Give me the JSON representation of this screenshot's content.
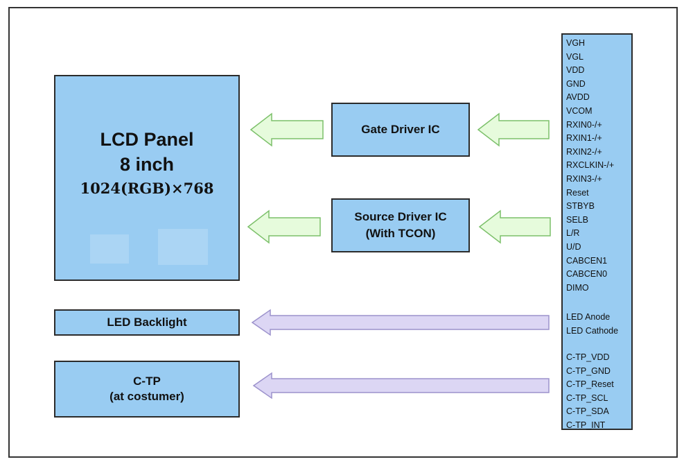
{
  "lcd_panel": {
    "title": "LCD Panel",
    "size": "8 inch",
    "resolution": "1024(RGB)×768"
  },
  "gate_driver": {
    "label": "Gate Driver IC"
  },
  "source_driver": {
    "line1": "Source Driver IC",
    "line2": "(With TCON)"
  },
  "led_backlight": {
    "label": "LED Backlight"
  },
  "ctp": {
    "line1": "C-TP",
    "line2": "(at costumer)"
  },
  "pins": {
    "lcd_group": [
      "VGH",
      "VGL",
      "VDD",
      "GND",
      "AVDD",
      "VCOM",
      "RXIN0-/+",
      "RXIN1-/+",
      "RXIN2-/+",
      "RXCLKIN-/+",
      "RXIN3-/+",
      "Reset",
      "STBYB",
      "SELB",
      "L/R",
      "U/D",
      "CABCEN1",
      "CABCEN0",
      "DIMO"
    ],
    "led_group": [
      "LED Anode",
      "LED Cathode"
    ],
    "ctp_group": [
      "C-TP_VDD",
      "C-TP_GND",
      "C-TP_Reset",
      "C-TP_SCL",
      "C-TP_SDA",
      "C-TP_INT"
    ]
  },
  "colors": {
    "box_fill": "#99ccf2",
    "green_arrow": "#e6fbdc",
    "green_arrow_stroke": "#7cc06a",
    "purple_arrow": "#dcd6f4",
    "purple_arrow_stroke": "#9c92cc"
  }
}
